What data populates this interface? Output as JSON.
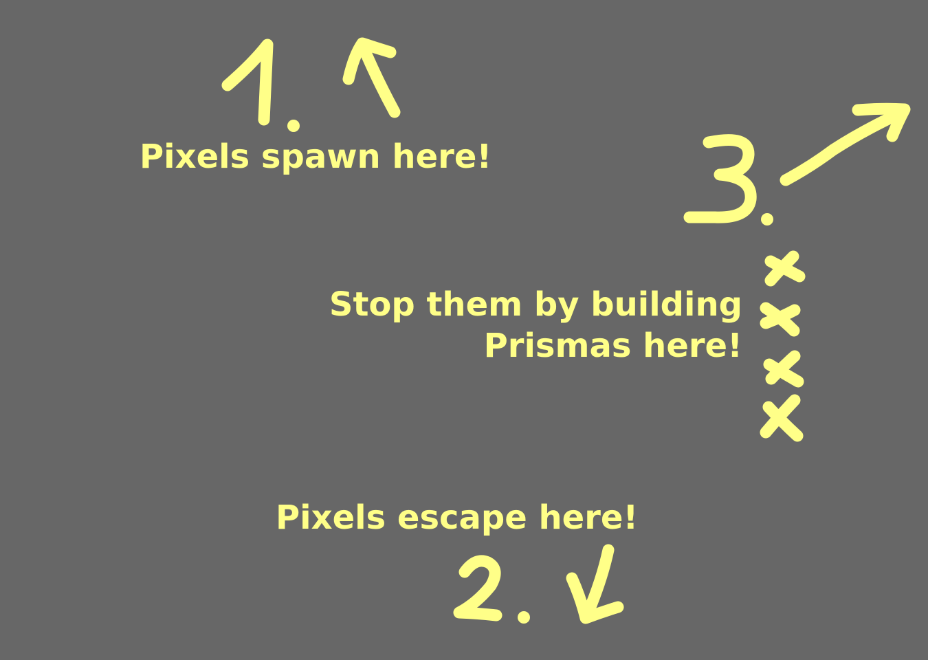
{
  "hints": {
    "spawn": "Pixels spawn here!",
    "stop_line1": "Stop them by building",
    "stop_line2": "Prismas here!",
    "escape": "Pixels escape here!"
  },
  "markers": {
    "step1": "1.",
    "step2": "2.",
    "step3": "3."
  },
  "colors": {
    "background": "#676767",
    "ink": "#ffff88"
  },
  "icons": {
    "spawn_arrow": "arrow-up-icon",
    "escape_arrow": "arrow-down-icon",
    "step3_arrow": "arrow-up-right-icon",
    "build_spots": "x-mark-icon"
  },
  "build_spot_count": 4
}
